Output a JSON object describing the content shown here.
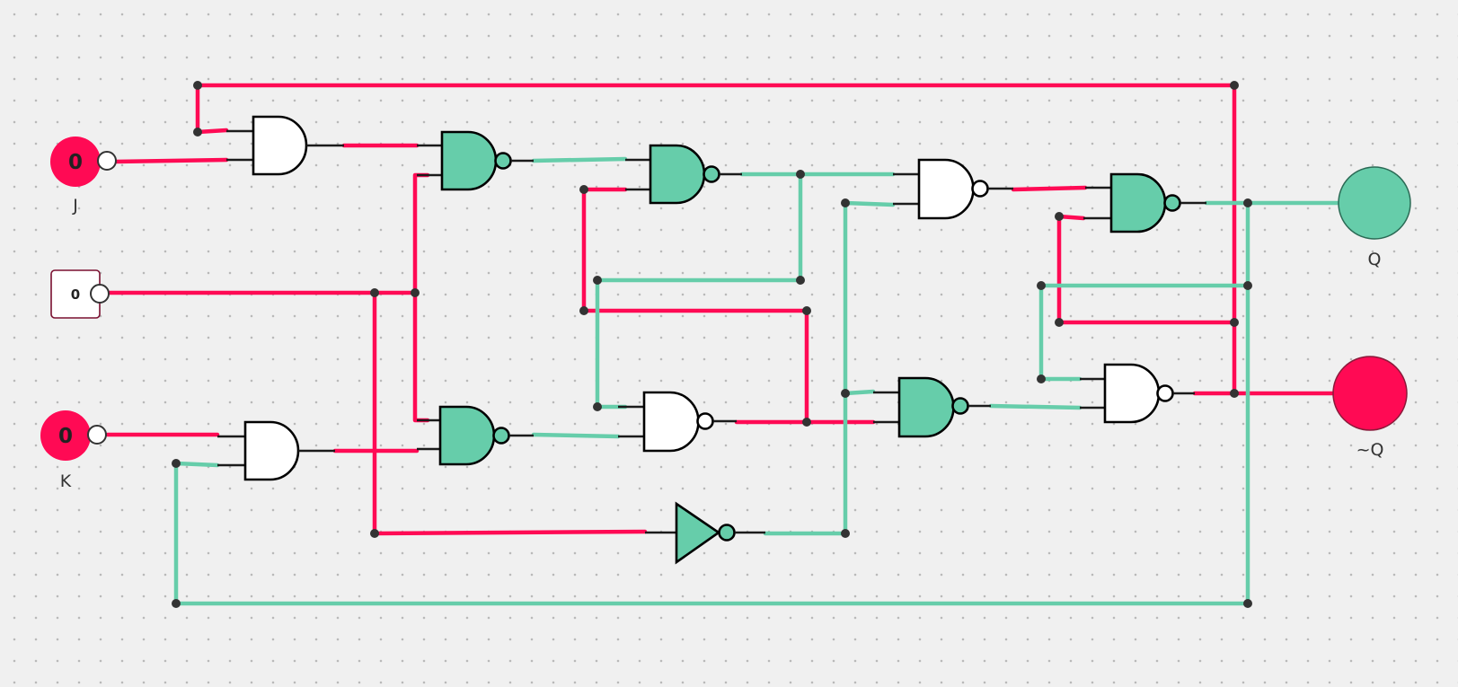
{
  "colors": {
    "high": "#ff0a54",
    "low": "#66cdaa",
    "gate_on": "#66cdaa",
    "gate_off": "#ffffff",
    "junction": "#333333",
    "background": "#f0f0f0"
  },
  "inputs": {
    "j": {
      "label": "J",
      "value": "0"
    },
    "clock": {
      "value": "0"
    },
    "k": {
      "label": "K",
      "value": "0"
    }
  },
  "outputs": {
    "q": {
      "label": "Q"
    },
    "nq": {
      "label": "~Q"
    }
  }
}
